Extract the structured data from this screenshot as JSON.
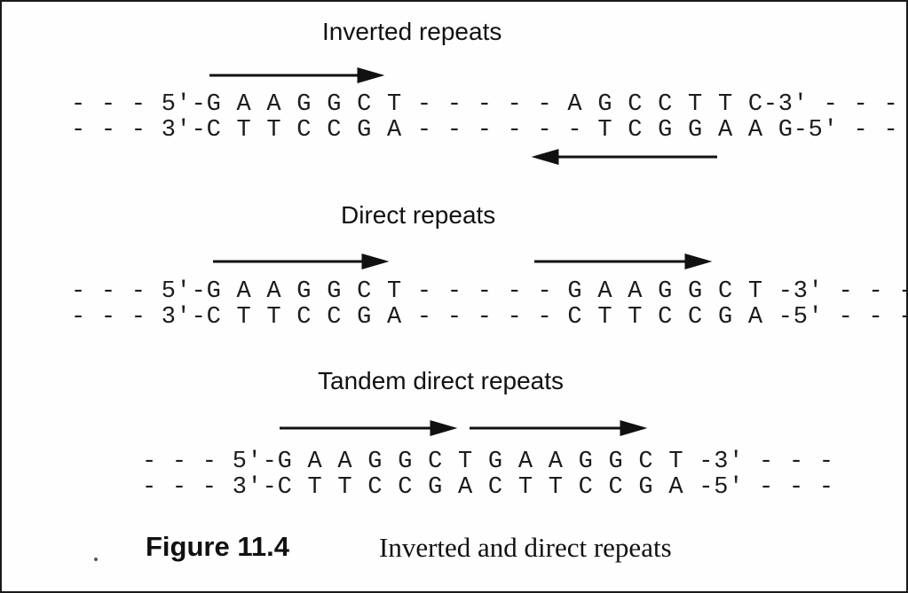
{
  "panels": {
    "inverted": {
      "title": "Inverted repeats",
      "strand_top": "- - - 5'-G A A G G C T - - - - - A G C C T T C-3' - - -",
      "strand_bottom": "- - - 3'-C T T C C G A - - - - - - T C G G A A G-5' - - -"
    },
    "direct": {
      "title": "Direct repeats",
      "strand_top": "- - - 5'-G A A G G C T - - - - - G A A G G C T -3' - - -",
      "strand_bottom": "- - - 3'-C T T C C G A - - - - - C T T C C G A -5' - - -"
    },
    "tandem": {
      "title": "Tandem direct repeats",
      "strand_top": "- - - 5'-G A A G G C T G A A G G C T -3' - - -",
      "strand_bottom": "- - - 3'-C T T C C G A C T T C C G A -5' - - -"
    }
  },
  "caption": {
    "label": "Figure 11.4",
    "text": "Inverted and direct repeats"
  }
}
